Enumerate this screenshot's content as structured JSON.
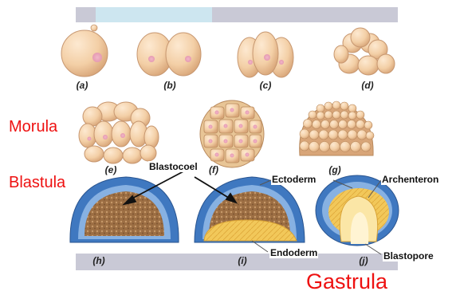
{
  "stages": [
    {
      "key": "a",
      "label": "(a)"
    },
    {
      "key": "b",
      "label": "(b)"
    },
    {
      "key": "c",
      "label": "(c)"
    },
    {
      "key": "d",
      "label": "(d)"
    },
    {
      "key": "e",
      "label": "(e)"
    },
    {
      "key": "f",
      "label": "(f)"
    },
    {
      "key": "g",
      "label": "(g)"
    },
    {
      "key": "h",
      "label": "(h)"
    },
    {
      "key": "i",
      "label": "(i)"
    },
    {
      "key": "j",
      "label": "(j)"
    }
  ],
  "phase_labels": {
    "morula": "Morula",
    "blastula": "Blastula",
    "gastrula": "Gastrula"
  },
  "annotations": {
    "blastocoel": "Blastocoel",
    "ectoderm": "Ectoderm",
    "endoderm": "Endoderm",
    "archenteron": "Archenteron",
    "blastopore": "Blastopore"
  },
  "colors": {
    "cell": "#f3cfa6",
    "cell_edge": "#c79770",
    "nucleus": "#e69ab2",
    "ectoderm": "#3f78c0",
    "endoderm": "#f2c85a",
    "blastocoel_interior": "#b08050",
    "phase_label": "#ee1111"
  }
}
